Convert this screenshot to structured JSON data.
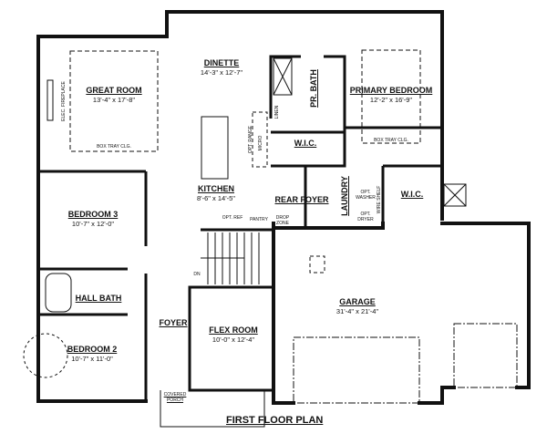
{
  "plan_title": "FIRST FLOOR PLAN",
  "rooms": {
    "great_room": {
      "name": "GREAT ROOM",
      "dim": "13'-4\" x 17'-8\"",
      "note": "BOX TRAY CLG."
    },
    "dinette": {
      "name": "DINETTE",
      "dim": "14'-3\" x 12'-7\""
    },
    "primary_bedroom": {
      "name": "PRIMARY BEDROOM",
      "dim": "12'-2\" x 16'-9\"",
      "note": "BOX TRAY CLG."
    },
    "pr_bath": {
      "name": "PR. BATH"
    },
    "wic_1": {
      "name": "W.I.C."
    },
    "wic_2": {
      "name": "W.I.C."
    },
    "kitchen": {
      "name": "KITCHEN",
      "dim": "8'-6\" x 14'-5\""
    },
    "rear_foyer": {
      "name": "REAR FOYER"
    },
    "laundry": {
      "name": "LAUNDRY"
    },
    "bedroom_3": {
      "name": "BEDROOM 3",
      "dim": "10'-7\" x 12'-0\""
    },
    "hall_bath": {
      "name": "HALL BATH"
    },
    "bedroom_2": {
      "name": "BEDROOM 2",
      "dim": "10'-7\" x 11'-0\""
    },
    "foyer": {
      "name": "FOYER"
    },
    "flex_room": {
      "name": "FLEX ROOM",
      "dim": "10'-0\" x 12'-4\""
    },
    "garage": {
      "name": "GARAGE",
      "dim": "31'-4\" x 21'-4\""
    }
  },
  "notes": {
    "fireplace": "ELEC. FIREPLACE",
    "opt_range": "OPT. RANGE",
    "micro": "MICRO",
    "opt_ref": "OPT. REF",
    "pantry": "PANTRY",
    "drop_zone": "DROP ZONE",
    "linen": "LINEN",
    "opt_washer": "OPT. WASHER",
    "opt_dryer": "OPT. DRYER",
    "wire_shelf": "WIRE SHELF",
    "dn": "DN",
    "covered_porch": "COVERED PORCH"
  }
}
